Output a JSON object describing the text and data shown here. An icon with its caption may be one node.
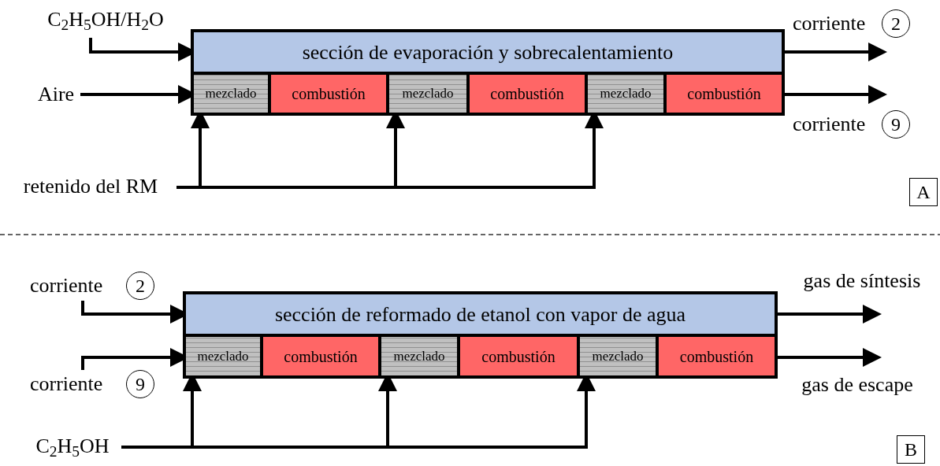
{
  "diagram": {
    "nodes": [
      {
        "text": [
          "C$_{2}$H$_{5}$OH/H$_{2}$O"
        ]
      },
      {
        "text": [
          "Aire"
        ]
      },
      {
        "text": [
          "retenido del RM"
        ]
      },
      {
        "text": [
          "sección de evaporación y sobrecalentamiento"
        ]
      },
      {
        "text": [
          "mezclado"
        ]
      },
      {
        "text": [
          "combustión"
        ]
      },
      {
        "text": [
          "mezclado"
        ]
      },
      {
        "text": [
          "combustión"
        ]
      },
      {
        "text": [
          "mezclado"
        ]
      },
      {
        "text": [
          "combustión"
        ]
      },
      {
        "text": [
          "2"
        ],
        "beside": [
          "corriente"
        ]
      },
      {
        "text": [
          "9"
        ],
        "beside": [
          "corriente"
        ]
      },
      {
        "text": [
          "A"
        ]
      },
      {
        "text": [
          "2"
        ],
        "beside": [
          "corriente"
        ]
      },
      {
        "text": [
          "9"
        ],
        "beside": [
          "corriente"
        ]
      },
      {
        "text": [
          "C$_{2}$H$_{5}$OH"
        ]
      },
      {
        "text": [
          "sección de reformado de etanol con vapor de agua"
        ]
      },
      {
        "text": [
          "mezclado"
        ]
      },
      {
        "text": [
          "combustión"
        ]
      },
      {
        "text": [
          "mezclado"
        ]
      },
      {
        "text": [
          "combustión"
        ]
      },
      {
        "text": [
          "mezclado"
        ]
      },
      {
        "text": [
          "combustión"
        ]
      },
      {
        "text": [
          "gas de síntesis"
        ]
      },
      {
        "text": [
          "gas de escape"
        ]
      },
      {
        "text": [
          "B"
        ]
      }
    ],
    "edges": [
      {
        "from": 0,
        "to": 3,
        "arrow": "to"
      },
      {
        "from": 1,
        "to": 4,
        "arrow": "to"
      },
      {
        "from": 2,
        "to": 4,
        "arrow": "to"
      },
      {
        "from": 2,
        "to": 6,
        "arrow": "to"
      },
      {
        "from": 2,
        "to": 8,
        "arrow": "to"
      },
      {
        "from": 3,
        "to": 10,
        "arrow": "to"
      },
      {
        "from": 9,
        "to": 11,
        "arrow": "to"
      },
      {
        "from": 13,
        "to": 16,
        "arrow": "to"
      },
      {
        "from": 14,
        "to": 17,
        "arrow": "to"
      },
      {
        "from": 15,
        "to": 17,
        "arrow": "to"
      },
      {
        "from": 15,
        "to": 19,
        "arrow": "to"
      },
      {
        "from": 15,
        "to": 21,
        "arrow": "to"
      },
      {
        "from": 16,
        "to": 23,
        "arrow": "to"
      },
      {
        "from": 22,
        "to": 24,
        "arrow": "to"
      }
    ]
  }
}
